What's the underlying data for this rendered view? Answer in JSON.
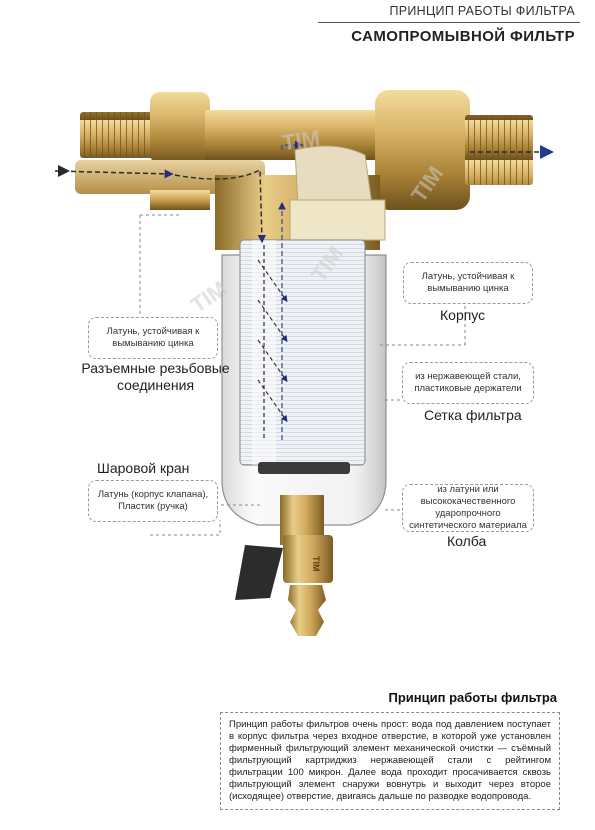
{
  "header": {
    "section": "ПРИНЦИП РАБОТЫ ФИЛЬТРА",
    "title": "САМОПРОМЫВНОЙ ФИЛЬТР"
  },
  "diagram": {
    "watermark": "TIM",
    "valve_mark": "TIM",
    "colors": {
      "brass": "#d8b06a",
      "brass_dark": "#a07a35",
      "flow_arrow": "#2a2a7a",
      "outlet_arrow": "#1e3a8a"
    }
  },
  "callouts": {
    "body_material": "Латунь, устойчивая к вымыванию цинка",
    "body_label": "Корпус",
    "connections_material": "Латунь, устойчивая к вымыванию цинка",
    "connections_label": "Разъемные резьбовые соединения",
    "mesh_material": "из нержавеющей стали, пластиковые держатели",
    "mesh_label": "Сетка фильтра",
    "valve_label": "Шаровой кран",
    "valve_material": "Латунь (корпус клапана), Пластик (ручка)",
    "flask_material": "из латуни или высококачественного ударопрочного синтетического материала",
    "flask_label": "Колба"
  },
  "principle": {
    "title": "Принцип работы фильтра",
    "text": "Принцип работы фильтров очень прост: вода под давлением поступает в корпус фильтра через входное отверстие, в которой уже установлен фирменный фильтрующий элемент механической очистки — съёмный фильтрующий картриджиз нержавеющей стали с рейтингом фильтрации 100 микрон. Далее вода проходит просачивается сквозь фильтрующий элемент снаружи вовнутрь и выходит через второе (исходящее) отверстие, двигаясь дальше по разводке водопровода."
  }
}
